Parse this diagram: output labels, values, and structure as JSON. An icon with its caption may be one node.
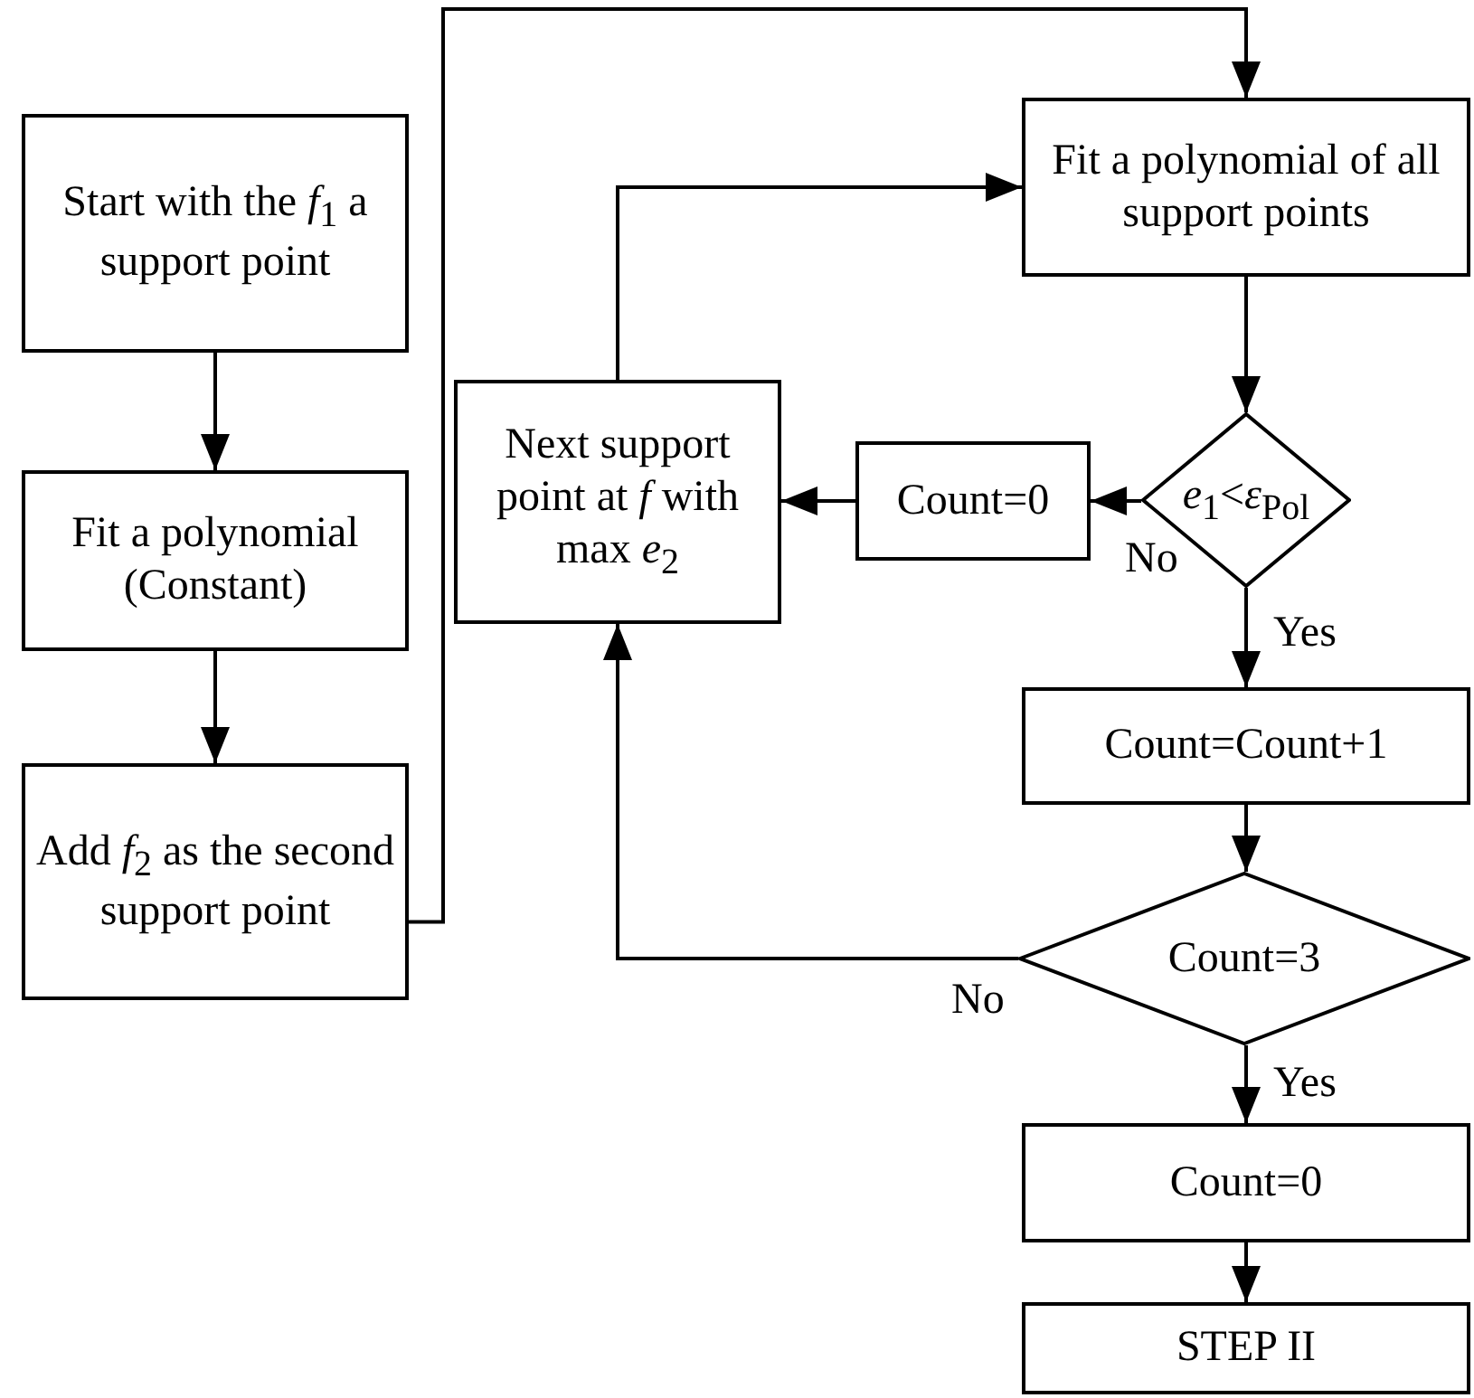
{
  "diagram": {
    "nodes": [
      {
        "text": [
          "Start with the *f*$_{1}$ a support point"
        ]
      },
      {
        "text": [
          "Fit a polynomial (Constant)"
        ]
      },
      {
        "text": [
          "Add *f*$_{2}$ as the second support point"
        ]
      },
      {
        "text": [
          "Fit a polynomial of all support points"
        ]
      },
      {
        "text": [
          "Next support point at *f* with max *e*$_{2}$"
        ]
      },
      {
        "text": [
          "Count=0"
        ]
      },
      {
        "text": [
          "*e*$_{1}$<*ε*$_{Pol}$"
        ]
      },
      {
        "text": [
          "Count=Count+1"
        ]
      },
      {
        "text": [
          "Count=3"
        ]
      },
      {
        "text": [
          "Count=0"
        ]
      },
      {
        "text": [
          "STEP II"
        ]
      }
    ],
    "edges": [
      {
        "from": 0,
        "to": 1,
        "arrow": "to"
      },
      {
        "from": 1,
        "to": 2,
        "arrow": "to"
      },
      {
        "from": 2,
        "to": 3,
        "arrow": "to"
      },
      {
        "from": 3,
        "to": 6,
        "arrow": "to"
      },
      {
        "from": 6,
        "to": 5,
        "arrow": "to",
        "label": "No"
      },
      {
        "from": 5,
        "to": 4,
        "arrow": "to"
      },
      {
        "from": 4,
        "to": 3,
        "arrow": "to"
      },
      {
        "from": 6,
        "to": 7,
        "arrow": "to",
        "label": "Yes"
      },
      {
        "from": 7,
        "to": 8,
        "arrow": "to"
      },
      {
        "from": 8,
        "to": 4,
        "arrow": "to",
        "label": "No"
      },
      {
        "from": 8,
        "to": 9,
        "arrow": "to",
        "label": "Yes"
      },
      {
        "from": 9,
        "to": 10,
        "arrow": "to"
      }
    ]
  }
}
